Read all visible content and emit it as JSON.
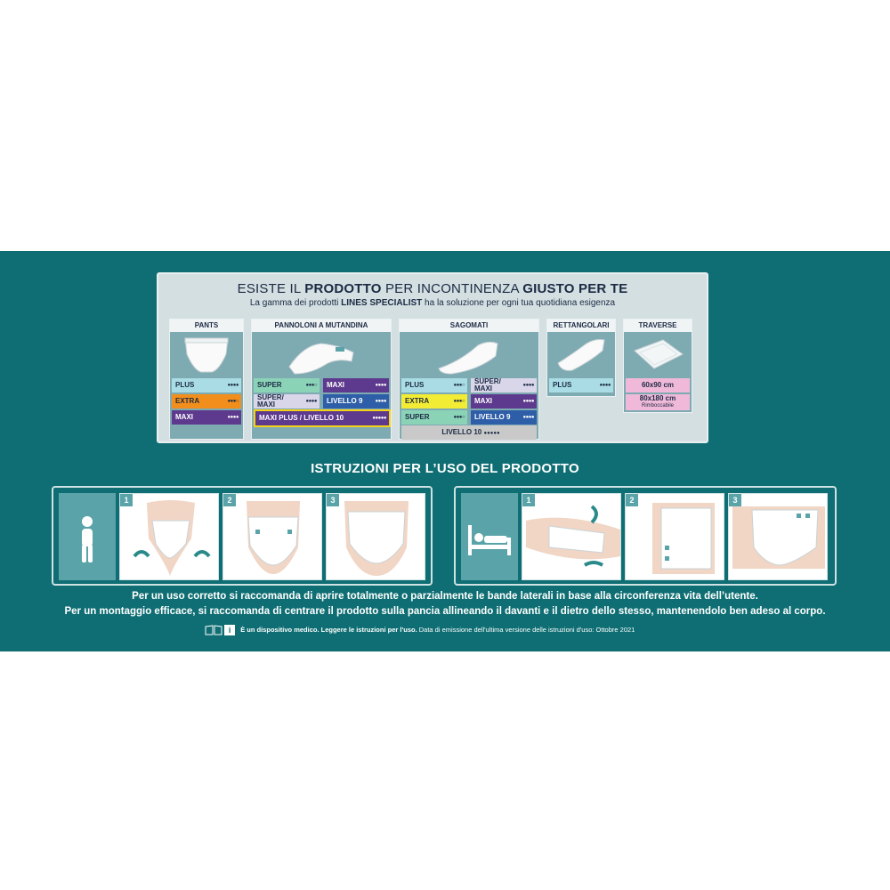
{
  "header": {
    "title_part1": "ESISTE IL ",
    "title_part2": "PRODOTTO",
    "title_part3": " PER INCONTINENZA ",
    "title_part4": "GIUSTO PER TE",
    "subtitle_part1": "La gamma dei prodotti ",
    "subtitle_part2": "LINES SPECIALIST",
    "subtitle_part3": " ha la soluzione per ogni tua quotidiana esigenza"
  },
  "categories": {
    "pants": {
      "title": "PANTS",
      "rows": [
        "PLUS",
        "EXTRA",
        "MAXI"
      ]
    },
    "pannoloni": {
      "title": "PANNOLONI A MUTANDINA",
      "rows": [
        "SUPER",
        "MAXI",
        "SUPER/\nMAXI",
        "LIVELLO 9",
        "MAXI PLUS / LIVELLO 10"
      ]
    },
    "sagomati": {
      "title": "SAGOMATI",
      "rows": [
        "PLUS",
        "SUPER/\nMAXI",
        "EXTRA",
        "MAXI",
        "SUPER",
        "LIVELLO 9",
        "LIVELLO 10"
      ]
    },
    "rettangolari": {
      "title": "RETTANGOLARI",
      "rows": [
        "PLUS"
      ]
    },
    "traverse": {
      "title": "TRAVERSE",
      "rows": [
        "60x90 cm",
        "80x180 cm"
      ],
      "note": "Rimboccabile"
    }
  },
  "drops": {
    "d4": "●●●●",
    "d3": "●●●○",
    "d5": "●●●●●"
  },
  "instructions": {
    "title": "ISTRUZIONI PER L’USO DEL PRODOTTO",
    "steps": [
      "1",
      "2",
      "3"
    ]
  },
  "notes": {
    "line1": "Per un uso corretto si raccomanda di aprire totalmente o parzialmente le bande laterali in base alla circonferenza vita dell’utente.",
    "line2": "Per un montaggio efficace, si raccomanda di centrare il prodotto sulla pancia allineando il davanti e il dietro dello stesso, mantenendolo ben adeso al corpo.",
    "legal_bold": "È un dispositivo medico. Leggere le istruzioni per l'uso.",
    "legal_rest": " Data di emissione dell'ultima versione delle istruzioni d'uso: Ottobre 2021"
  },
  "colors": {
    "banner": "#0e6e73",
    "panel": "#7eaab2",
    "accent": "#5aa3a9"
  }
}
